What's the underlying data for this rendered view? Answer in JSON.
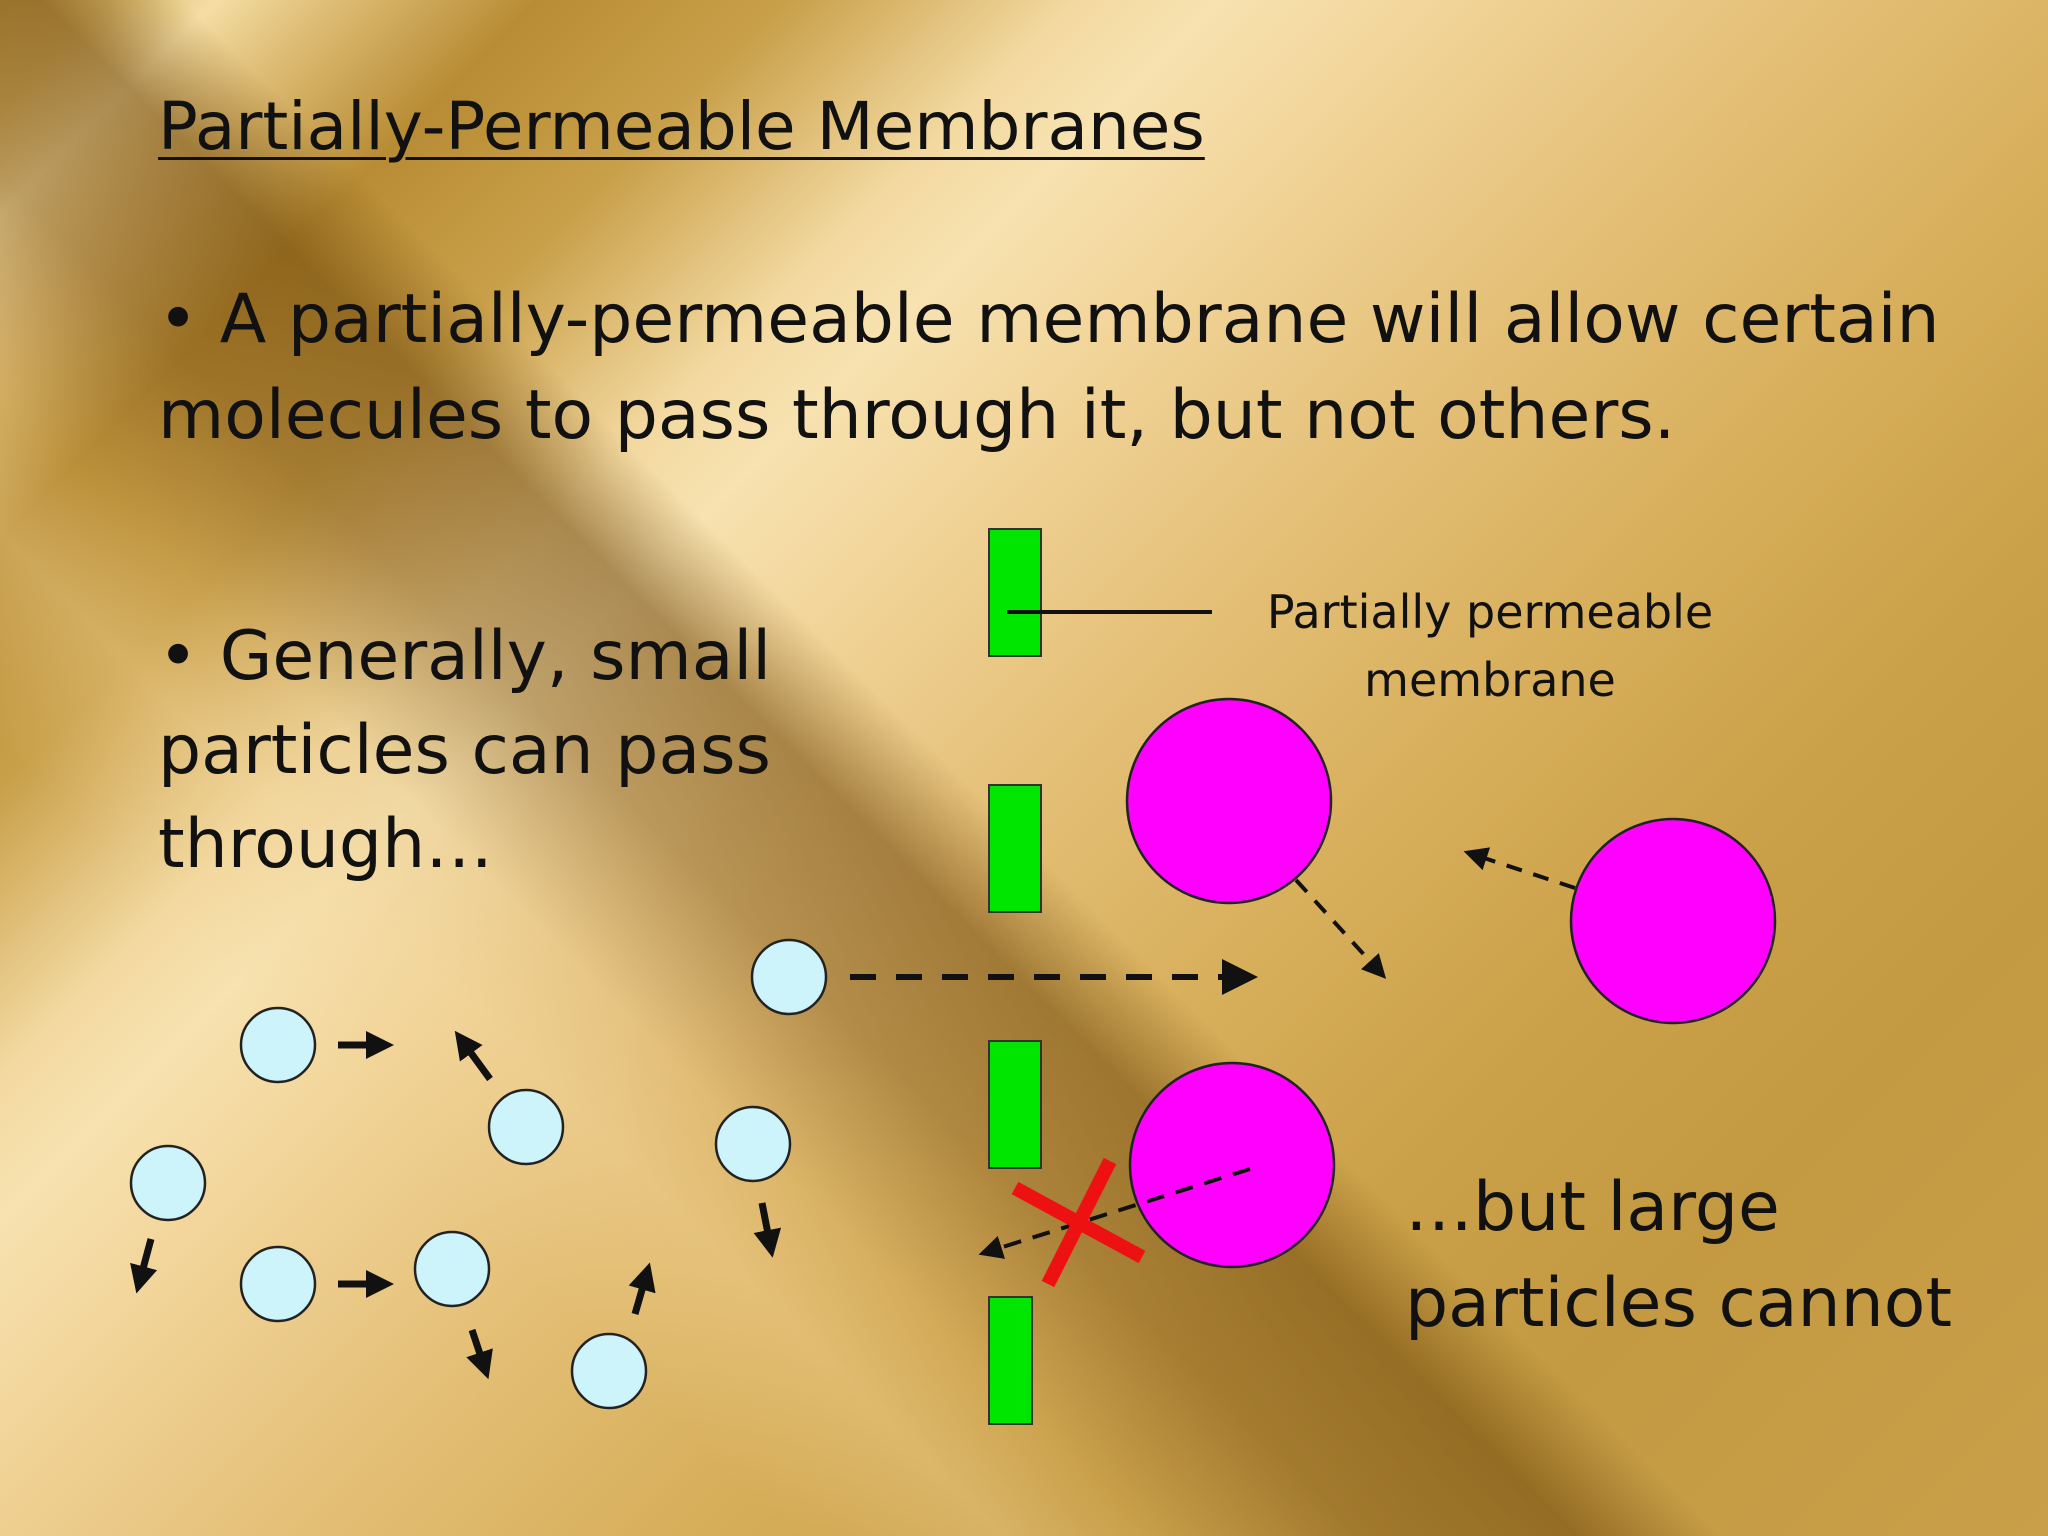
{
  "slide": {
    "title": "Partially-Permeable Membranes",
    "bullet1": "• A partially-permeable membrane will allow certain molecules to pass through it, but not others.",
    "bullet2": "• Generally, small particles can pass through…",
    "membrane_label": "Partially permeable membrane",
    "large_label": "…but large particles cannot"
  },
  "colors": {
    "membrane": "#00e600",
    "small_particle": "#cdf3fb",
    "large_particle": "#ff00ff",
    "blocked_cross": "#ee1111"
  }
}
